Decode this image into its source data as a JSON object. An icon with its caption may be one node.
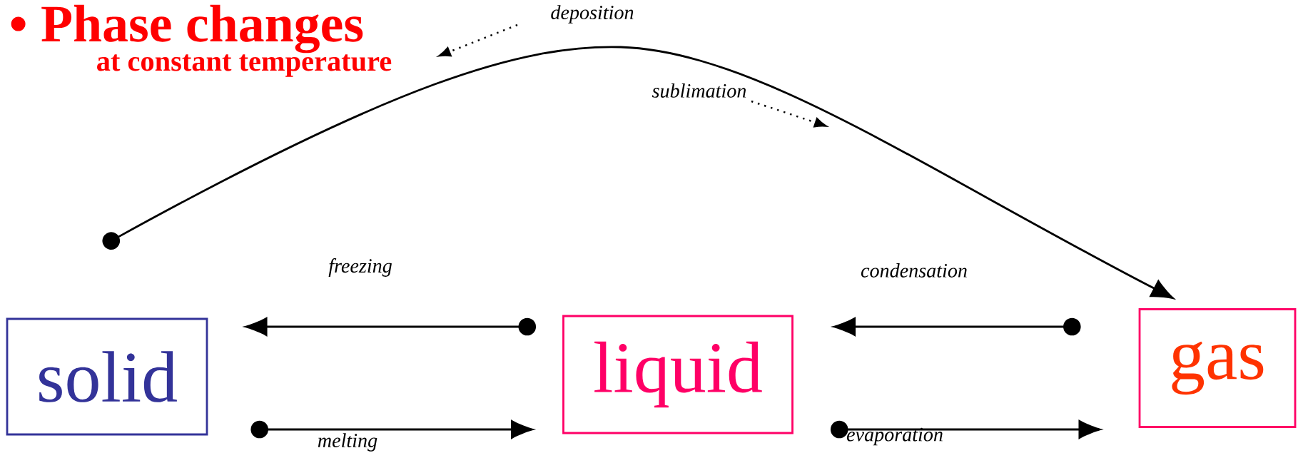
{
  "diagram": {
    "title": "• Phase changes",
    "nodes": [
      {
        "text": [
          "solid"
        ]
      },
      {
        "text": [
          "liquid"
        ]
      },
      {
        "text": [
          "gas"
        ]
      }
    ],
    "edges": [
      {
        "from": 1,
        "to": 0,
        "arrow": "to",
        "label": "freezing"
      },
      {
        "from": 0,
        "to": 1,
        "arrow": "to",
        "label": "melting"
      },
      {
        "from": 2,
        "to": 1,
        "arrow": "to",
        "label": "condensation"
      },
      {
        "from": 1,
        "to": 2,
        "arrow": "to",
        "label": "evaporation"
      },
      {
        "from": 0,
        "to": 2,
        "arrow": "to",
        "label": "sublimation"
      }
    ],
    "labels": [
      "at constant temperature",
      "deposition"
    ]
  }
}
